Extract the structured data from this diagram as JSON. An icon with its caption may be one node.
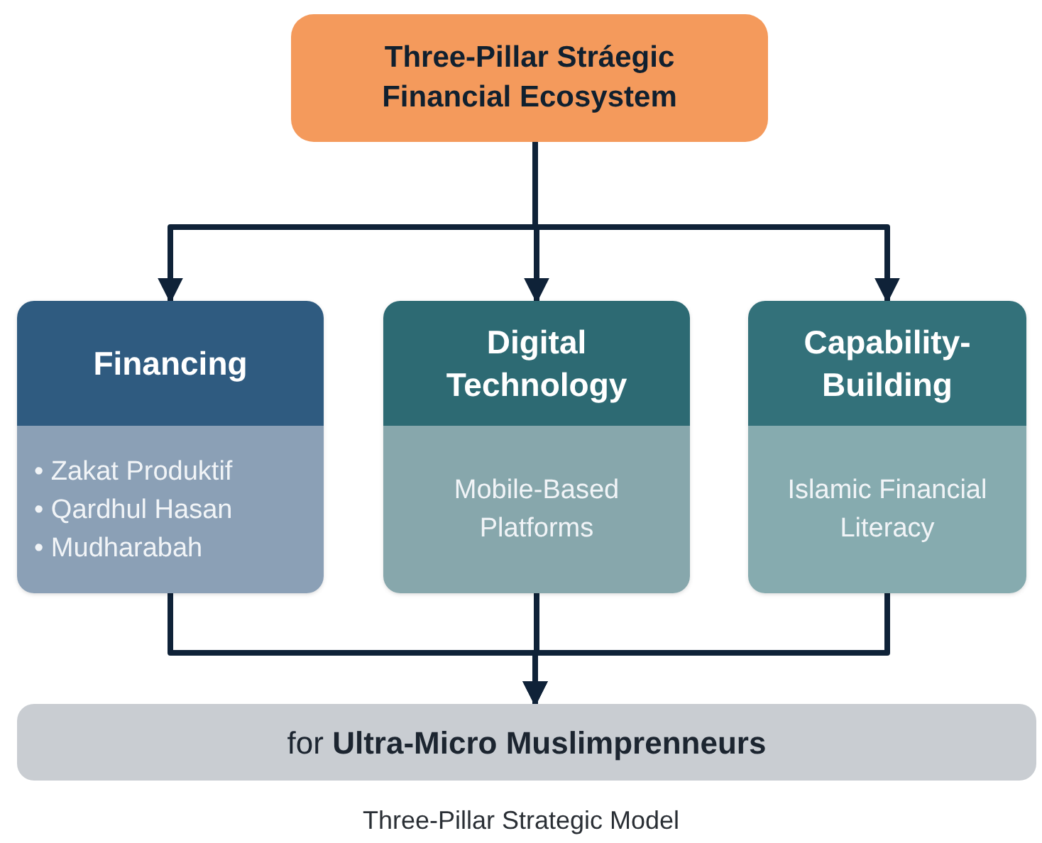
{
  "diagram": {
    "caption": "Three-Pillar Strategic Model",
    "nodes": [
      {
        "text": [
          "Three-Pillar Stráegic Financial Ecosystem"
        ]
      },
      {
        "text": [
          "Financing",
          "• Zakat Produktif",
          "• Qardhul Hasan",
          "• Mudharabah"
        ]
      },
      {
        "text": [
          "Digital Technology",
          "Mobile-Based Platforms"
        ]
      },
      {
        "text": [
          "Capability-Building",
          "Islamic Financial Literacy"
        ]
      },
      {
        "text": [
          "for **Ultra-Micro Muslimprenneurs**"
        ]
      }
    ],
    "edges": [
      {
        "from": 0,
        "to": 1,
        "arrow": "to"
      },
      {
        "from": 0,
        "to": 2,
        "arrow": "to"
      },
      {
        "from": 0,
        "to": 3,
        "arrow": "to"
      },
      {
        "from": 1,
        "to": 4,
        "arrow": "to"
      },
      {
        "from": 2,
        "to": 4,
        "arrow": "to"
      },
      {
        "from": 3,
        "to": 4,
        "arrow": "to"
      }
    ]
  }
}
